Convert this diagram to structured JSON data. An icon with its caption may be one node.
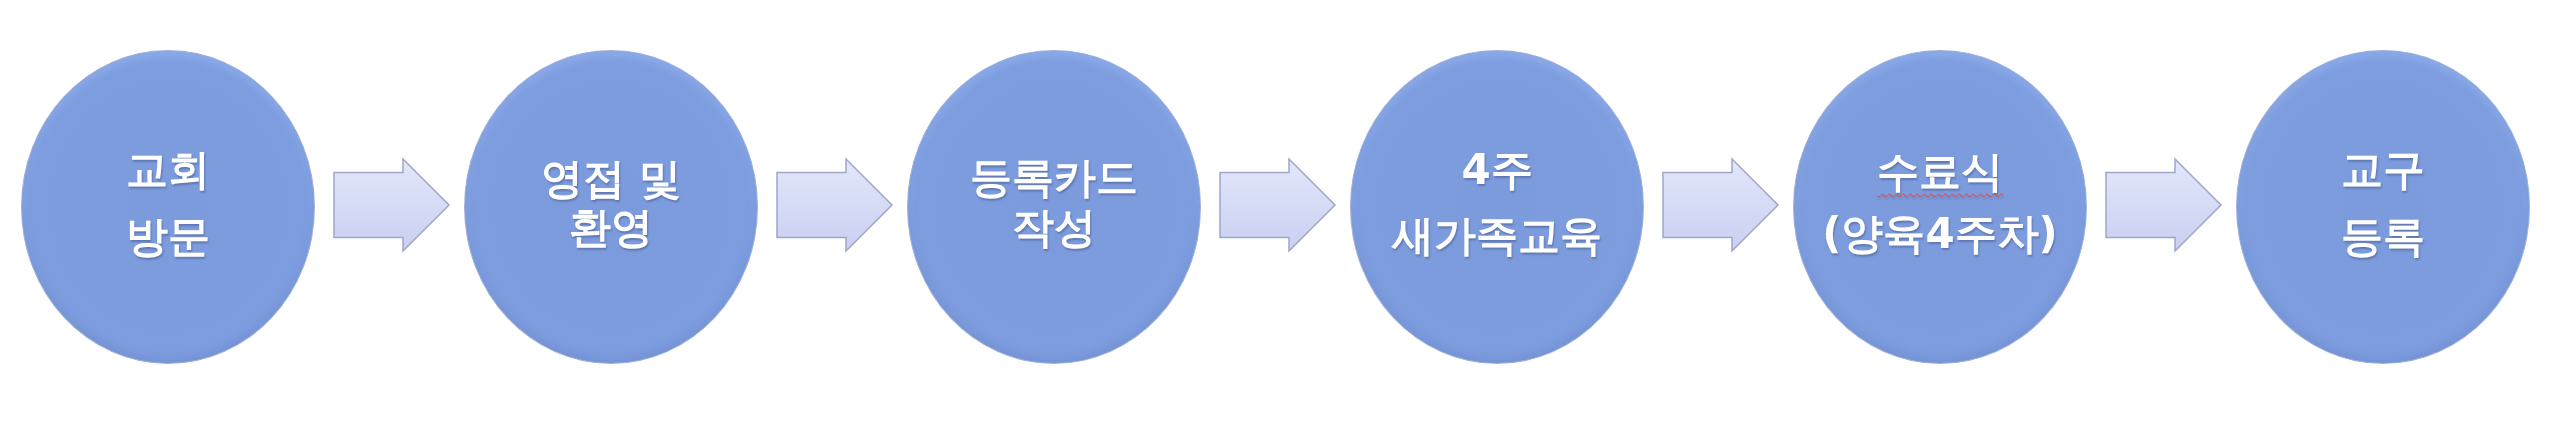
{
  "diagram": {
    "nodes": [
      {
        "text": [
          "교회 방문"
        ]
      },
      {
        "text": [
          "영접 및 환영"
        ]
      },
      {
        "text": [
          "등록카드 작성"
        ]
      },
      {
        "text": [
          "4주 새가족교육"
        ]
      },
      {
        "text": [
          "수료식 (양육4주차)"
        ]
      },
      {
        "text": [
          "교구 등록"
        ]
      }
    ],
    "edges": [
      {
        "from": 0,
        "to": 1,
        "arrow": "to"
      },
      {
        "from": 1,
        "to": 2,
        "arrow": "to"
      },
      {
        "from": 2,
        "to": 3,
        "arrow": "to"
      },
      {
        "from": 3,
        "to": 4,
        "arrow": "to"
      },
      {
        "from": 4,
        "to": 5,
        "arrow": "to"
      }
    ]
  }
}
